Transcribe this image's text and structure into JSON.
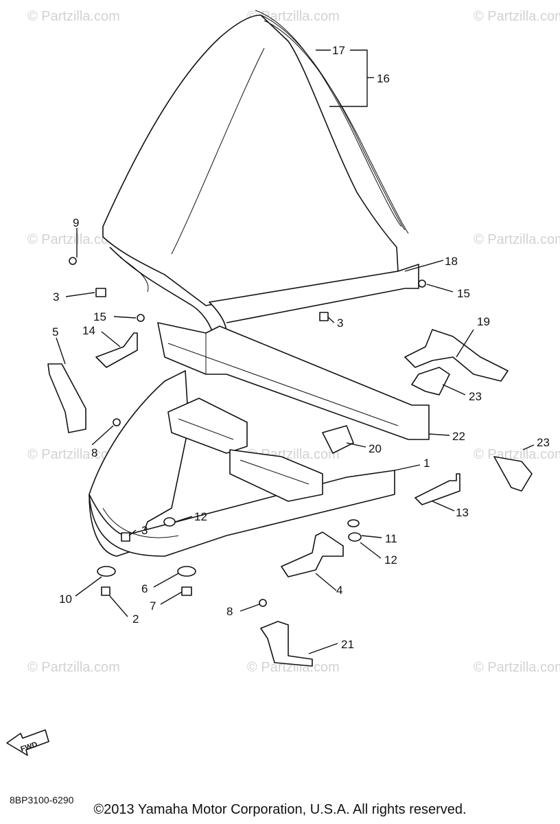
{
  "watermark": "© Partzilla.com",
  "callouts": [
    "1",
    "2",
    "3",
    "3",
    "3",
    "4",
    "5",
    "6",
    "7",
    "8",
    "8",
    "9",
    "10",
    "11",
    "12",
    "12",
    "13",
    "14",
    "15",
    "15",
    "16",
    "17",
    "18",
    "19",
    "20",
    "21",
    "22",
    "23",
    "23"
  ],
  "fwd_label": "FWD",
  "diagram_code": "8BP3100-6290",
  "copyright": "©2013  Yamaha Motor Corporation, U.S.A. All rights reserved."
}
